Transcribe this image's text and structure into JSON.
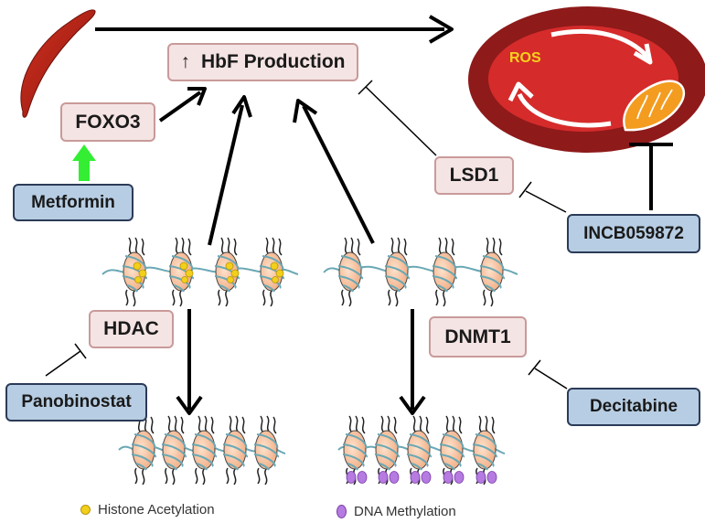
{
  "labels": {
    "hbf_arrow": "↑",
    "hbf": "HbF Production",
    "foxo3": "FOXO3",
    "metformin": "Metformin",
    "lsd1": "LSD1",
    "incb": "INCB059872",
    "hdac": "HDAC",
    "panobinostat": "Panobinostat",
    "dnmt1": "DNMT1",
    "decitabine": "Decitabine",
    "ros": "ROS"
  },
  "legend": {
    "acetylation": "Histone Acetylation",
    "methylation": "DNA Methylation"
  },
  "colors": {
    "sickle_cell": "#b52218",
    "rbc_outer": "#8e1a1a",
    "rbc_inner": "#d62b2b",
    "mitochondria": "#f39c20",
    "ros_text": "#f6d21c",
    "acetyl_mark": "#f2cf1a",
    "methyl_mark": "#b57be0",
    "activation_arrow": "#33ee33",
    "pink_box_fill": "#f5e4e4",
    "blue_box_fill": "#b7cde3"
  }
}
